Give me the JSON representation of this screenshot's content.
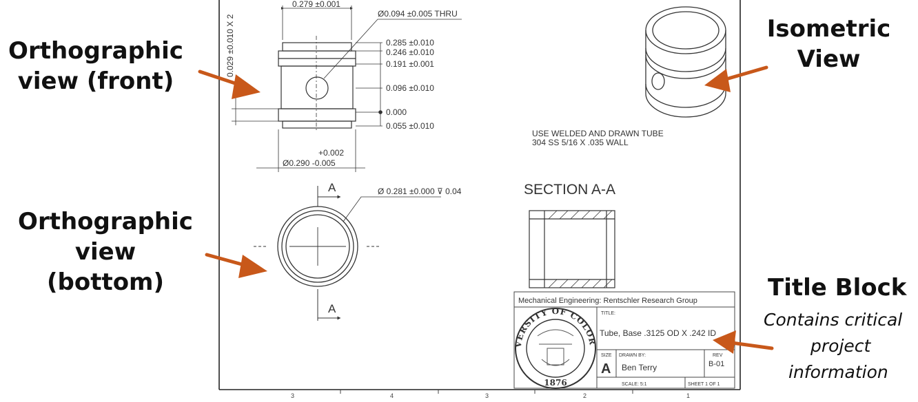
{
  "annotations": {
    "ortho_front": [
      "Orthographic",
      "view (front)"
    ],
    "ortho_bottom": [
      "Orthographic",
      "view",
      "(bottom)"
    ],
    "isometric": [
      "Isometric",
      "View"
    ],
    "title_block_heading": "Title Block",
    "title_block_desc": [
      "Contains critical",
      "project",
      "information"
    ]
  },
  "drawing": {
    "top_width_dim": "0.279 ±0.001",
    "hole_callout": "Ø0.094 ±0.005 THRU",
    "left_vertical_dim": "0.029 ±0.010 X 2",
    "right_dims": [
      "0.285 ±0.010",
      "0.246 ±0.010",
      "0.191 ±0.001",
      "0.096 ±0.010",
      "0.000",
      "0.055 ±0.010"
    ],
    "diameter_tol_upper": "+0.002",
    "diameter_dim": "Ø0.290 -0.005",
    "bore_callout": "Ø 0.281 ±0.000 ⊽ 0.04",
    "section_marker": "A",
    "section_title": "SECTION A-A",
    "note_line1": "USE WELDED AND DRAWN TUBE",
    "note_line2": "304 SS 5/16 X .035 WALL",
    "border_numbers": [
      "3",
      "4",
      "3",
      "2",
      "1"
    ]
  },
  "title_block": {
    "org": "Mechanical Engineering: Rentschler Research Group",
    "title_label": "TITLE:",
    "title_value": "Tube, Base .3125 OD X .242 ID",
    "size_label": "SIZE",
    "size_value": "A",
    "drawn_by_label": "DRAWN BY:",
    "drawn_by_value": "Ben Terry",
    "rev_label": "REV",
    "rev_value": "B-01",
    "scale": "SCALE: 5:1",
    "sheet": "SHEET 1 OF 1",
    "seal_text_top": "UNIVERSITY OF COLORADO",
    "seal_year": "1876"
  },
  "colors": {
    "arrow": "#c8581a",
    "line": "#333333"
  }
}
